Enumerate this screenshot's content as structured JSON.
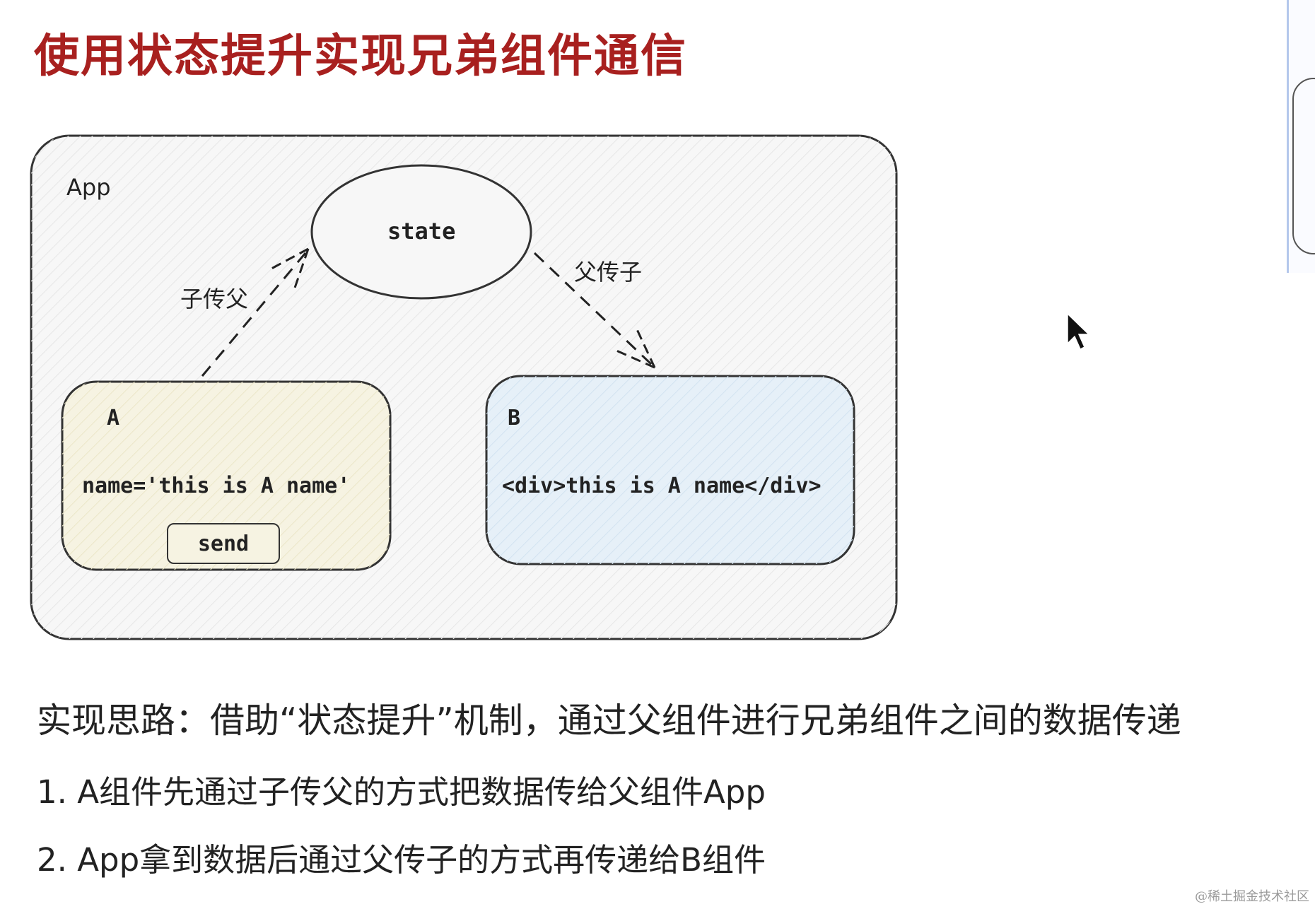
{
  "title": "使用状态提升实现兄弟组件通信",
  "diagram": {
    "app_label": "App",
    "state_label": "state",
    "child_to_parent_label": "子传父",
    "parent_to_child_label": "父传子",
    "component_a": {
      "title": "A",
      "code": "name='this is A name'",
      "button_label": "send"
    },
    "component_b": {
      "title": "B",
      "code": "<div>this is A name</div>"
    },
    "colors": {
      "app_fill": "#f7f7f7",
      "a_fill": "#f6f3e2",
      "b_fill": "#e6f0f8",
      "stroke": "#333333"
    }
  },
  "explanation": {
    "idea": "实现思路：借助“状态提升”机制，通过父组件进行兄弟组件之间的数据传递",
    "steps": [
      "1. A组件先通过子传父的方式把数据传给父组件App",
      "2. App拿到数据后通过父传子的方式再传递给B组件"
    ]
  },
  "watermark": "@稀土掘金技术社区"
}
